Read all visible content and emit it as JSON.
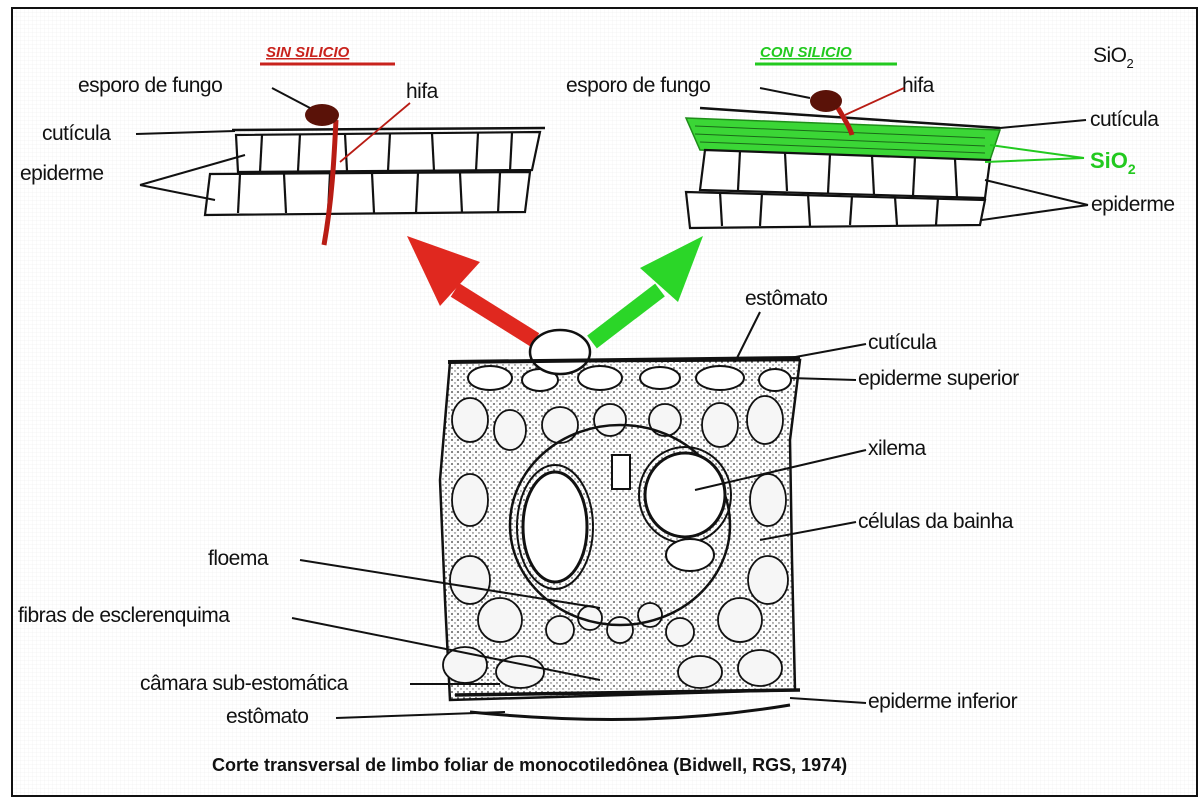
{
  "colors": {
    "red": "#c8221c",
    "green": "#22c91f",
    "ink": "#111111",
    "spore": "#5a1208",
    "hypha": "#b81c14"
  },
  "left_panel": {
    "header": "SIN SILICIO",
    "spore_label": "esporo de fungo",
    "hypha_label": "hifa",
    "cuticle_label": "cutícula",
    "epidermis_label": "epiderme"
  },
  "right_panel": {
    "header": "CON SILICIO",
    "spore_label": "esporo de fungo",
    "hypha_label": "hifa",
    "cuticle_label": "cutícula",
    "silica_label": "SiO",
    "silica_sub": "2",
    "silica_title": "SiO",
    "silica_title_sub": "2",
    "epidermis_label": "epiderme"
  },
  "leaf_section": {
    "labels": {
      "stomata_top": "estômato",
      "cuticle": "cutícula",
      "upper_epidermis": "epiderme superior",
      "xylem": "xilema",
      "sheath_cells": "células da bainha",
      "phloem": "floema",
      "sclerenchyma": "fibras de esclerenquima",
      "substomatal": "câmara sub-estomática",
      "stomata_bottom": "estômato",
      "lower_epidermis": "epiderme inferior"
    }
  },
  "caption": "Corte transversal de limbo foliar de monocotiledônea (Bidwell, RGS, 1974)"
}
